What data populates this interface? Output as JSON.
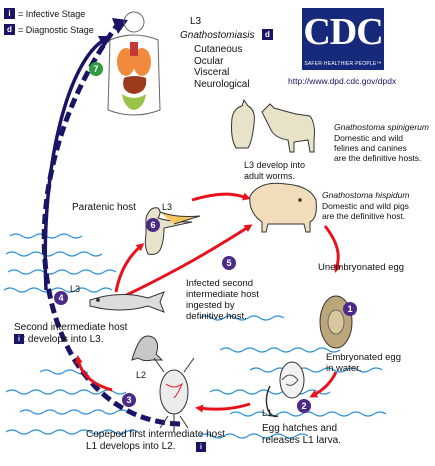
{
  "legend": {
    "infective_label": "= Infective Stage",
    "diagnostic_label": "= Diagnostic Stage",
    "infective_symbol": "i",
    "diagnostic_symbol": "d"
  },
  "logo": {
    "letters": "CDC",
    "tagline": "SAFER·HEALTHIER·PEOPLE™",
    "url": "http://www.dpd.cdc.gov/dpdx"
  },
  "human": {
    "stage": "L3",
    "disease": "Gnathostomiasis",
    "forms": "Cutaneous\nOcular\nVisceral\nNeurological",
    "badge": "d"
  },
  "definitive_hosts": {
    "spinigerum_name": "Gnathostoma spinigerum",
    "spinigerum_desc": "Domestic and wild\nfelines and canines\nare the definitive hosts.",
    "hispidum_name": "Gnathostoma hispidum",
    "hispidum_desc": "Domestic and wild pigs\nare the definitive host.",
    "adult_text": "L3 develop into\nadult worms."
  },
  "steps": [
    {
      "n": "1",
      "text": "Unembryonated egg"
    },
    {
      "n": "2",
      "text": "Egg hatches and\nreleases L1 larva."
    },
    {
      "n": "3",
      "text": "Copepod first intermediate host\nL1 develops into L2."
    },
    {
      "n": "4",
      "text": "Second intermediate host\nL2 develops into L3."
    },
    {
      "n": "5",
      "text": "Infected second\nintermediate host\ningested by\ndefinitive host."
    },
    {
      "n": "6",
      "text": "Paratenic host"
    },
    {
      "n": "7",
      "text": ""
    }
  ],
  "labels": {
    "embryonated": "Embryonated egg\nin water.",
    "l1": "L1",
    "l2": "L2",
    "l3_fish": "L3",
    "l3_bird": "L3"
  },
  "colors": {
    "navy": "#1a1466",
    "red_arrow": "#e8121c",
    "step_purple": "#4b2b87",
    "step_green": "#2f9b3f",
    "water": "#2a8fd6",
    "cdc_blue": "#17297a"
  }
}
